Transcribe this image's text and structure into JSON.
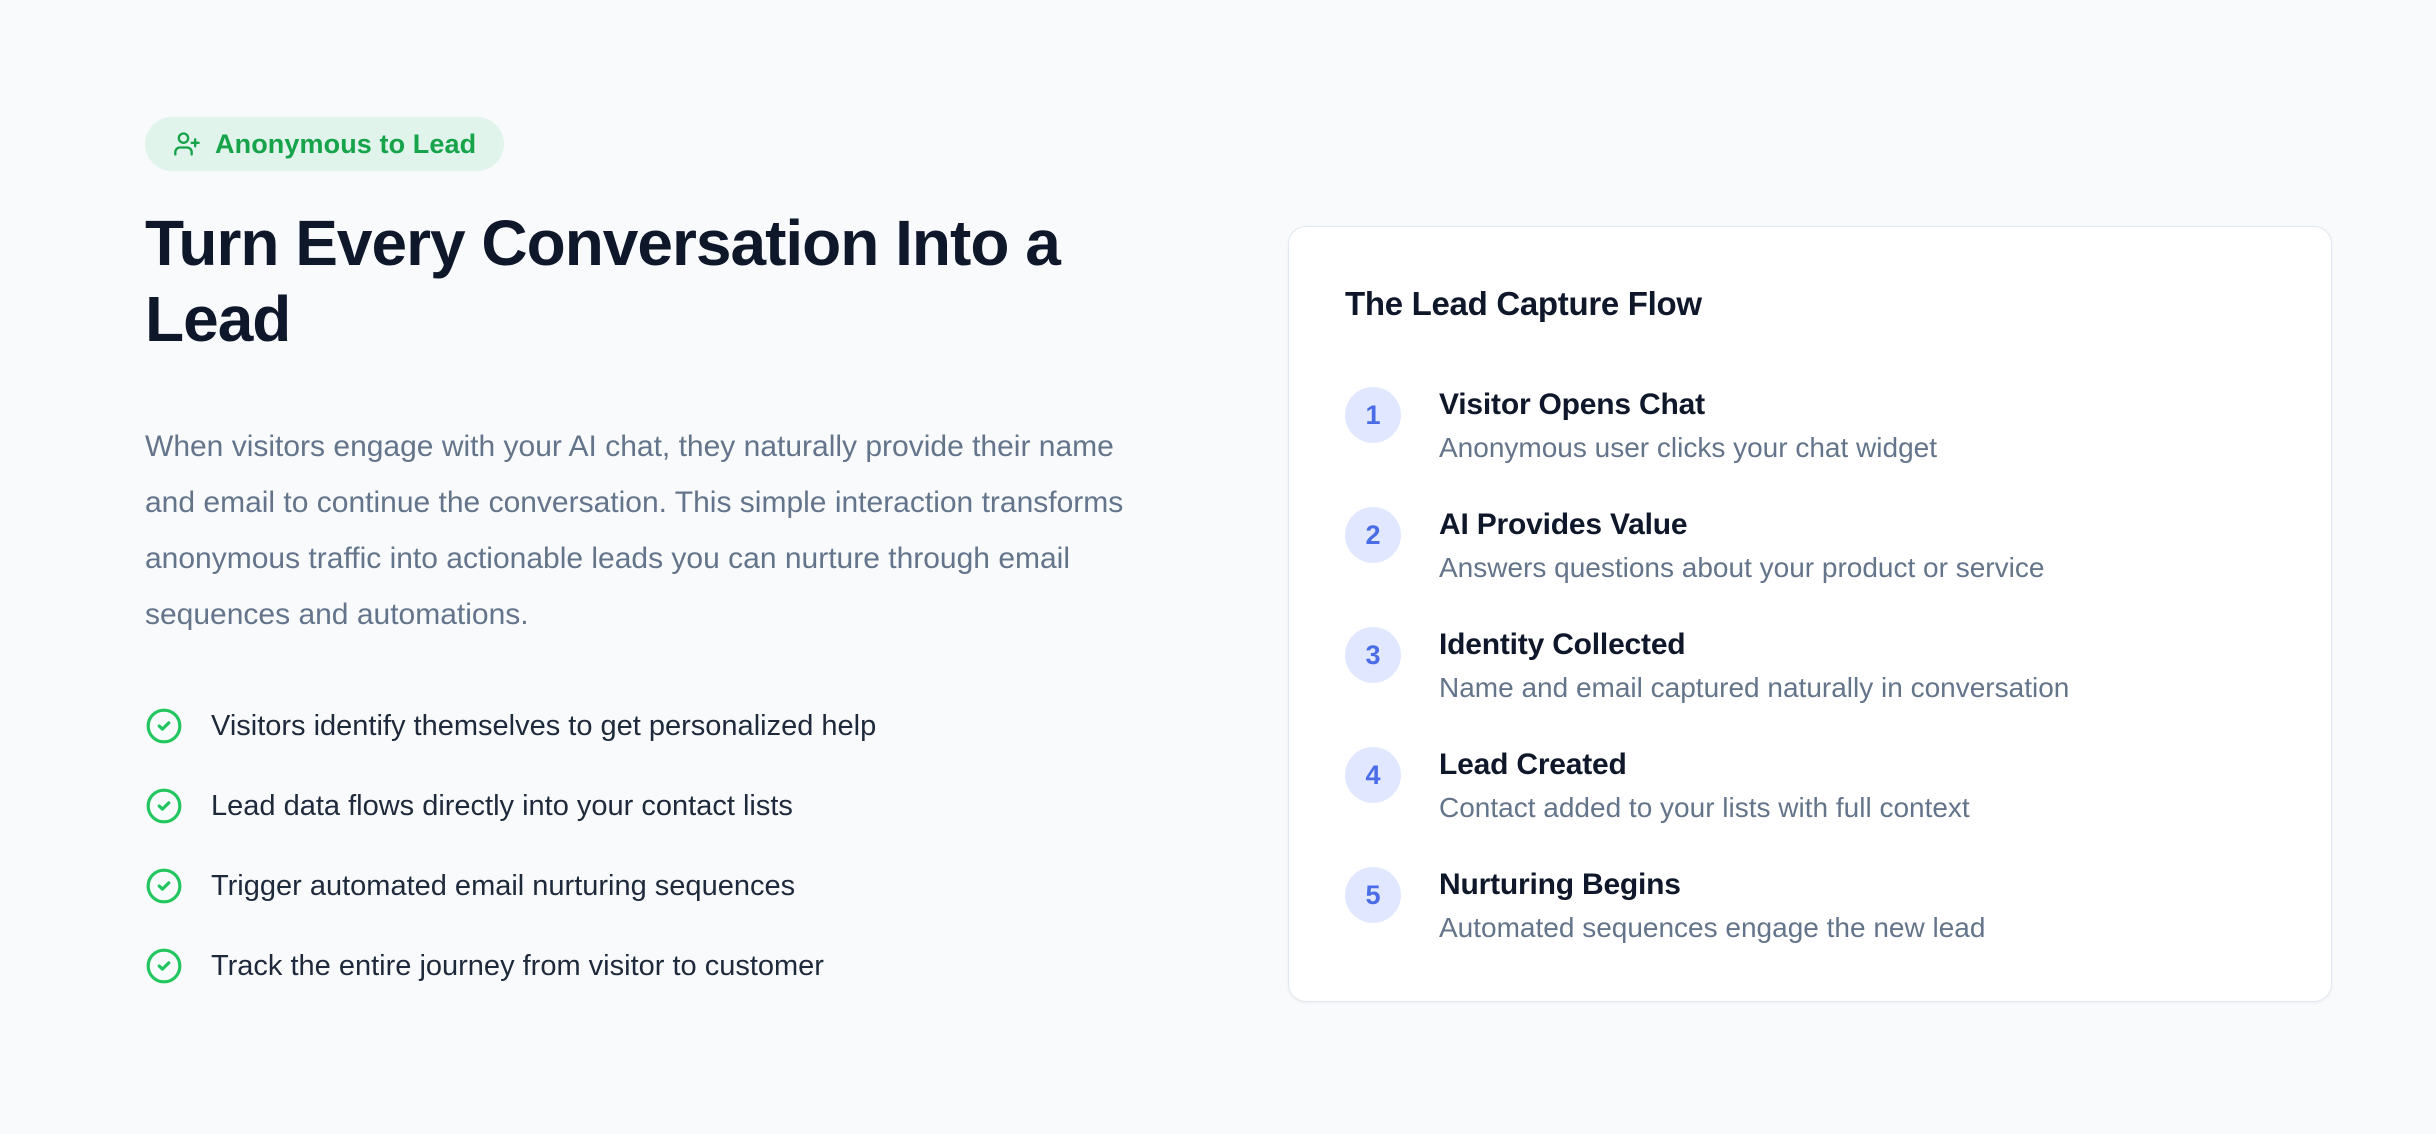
{
  "colors": {
    "page_background": "#f8fafc",
    "badge_green": "#16a34a",
    "check_green": "#22c55e",
    "heading_navy": "#0f172a",
    "muted_slate": "#64748b",
    "step_badge_bg": "#e0e7ff",
    "step_badge_text": "#4a6ce7",
    "card_border": "#e2e8f0"
  },
  "badge": {
    "icon": "user-plus-icon",
    "label": "Anonymous to Lead"
  },
  "heading": "Turn Every Conversation Into a Lead",
  "description": "When visitors engage with your AI chat, they naturally provide their name and email to continue the conversation. This simple interaction transforms anonymous traffic into actionable leads you can nurture through email sequences and automations.",
  "checklist": [
    "Visitors identify themselves to get personalized help",
    "Lead data flows directly into your contact lists",
    "Trigger automated email nurturing sequences",
    "Track the entire journey from visitor to customer"
  ],
  "flow_card": {
    "title": "The Lead Capture Flow",
    "steps": [
      {
        "number": "1",
        "title": "Visitor Opens Chat",
        "description": "Anonymous user clicks your chat widget"
      },
      {
        "number": "2",
        "title": "AI Provides Value",
        "description": "Answers questions about your product or service"
      },
      {
        "number": "3",
        "title": "Identity Collected",
        "description": "Name and email captured naturally in conversation"
      },
      {
        "number": "4",
        "title": "Lead Created",
        "description": "Contact added to your lists with full context"
      },
      {
        "number": "5",
        "title": "Nurturing Begins",
        "description": "Automated sequences engage the new lead"
      }
    ]
  }
}
